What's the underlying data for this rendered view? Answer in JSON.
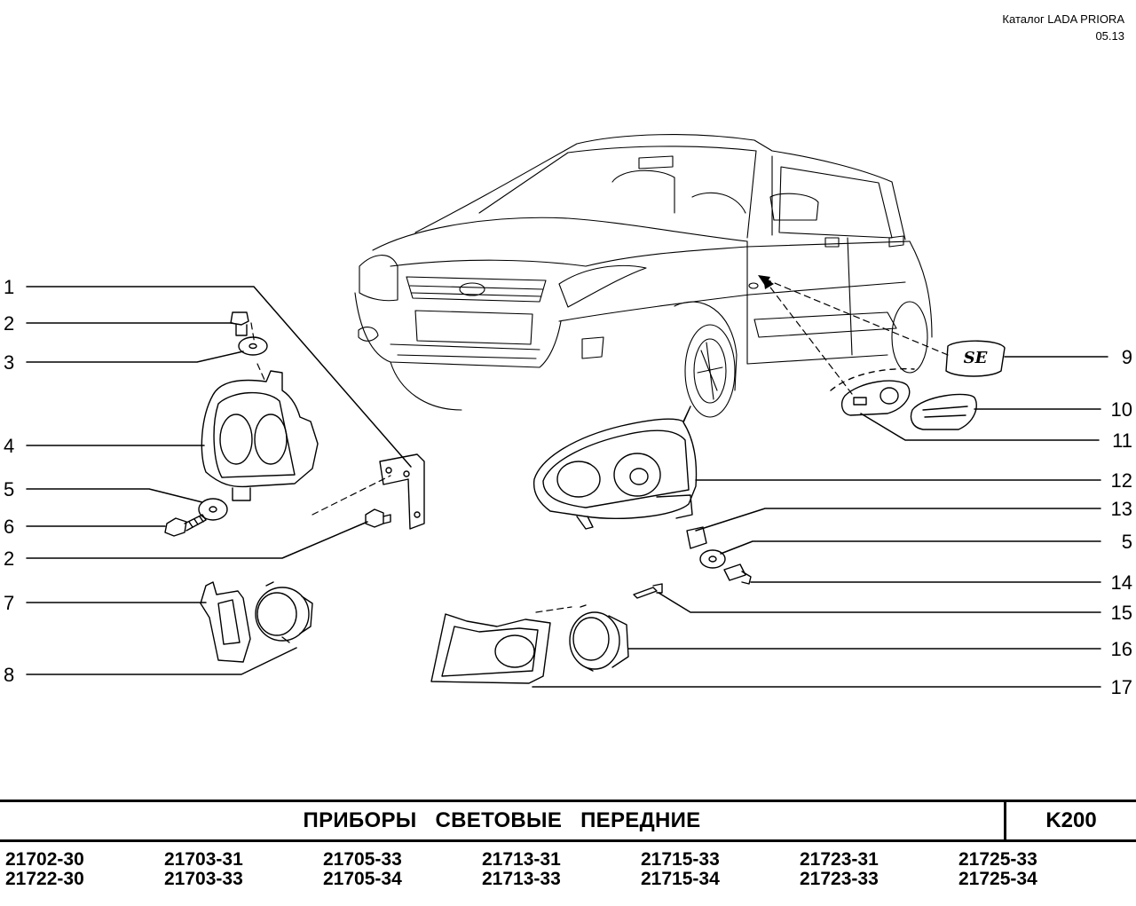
{
  "header": {
    "catalog": "Каталог  LADA  PRIORA",
    "date": "05.13"
  },
  "callouts": {
    "left": [
      "1",
      "2",
      "3",
      "4",
      "5",
      "6",
      "2",
      "7",
      "8"
    ],
    "right": [
      "9",
      "10",
      "11",
      "12",
      "13",
      "5",
      "14",
      "15",
      "16",
      "17"
    ]
  },
  "emblem_text": "SE",
  "footer": {
    "title": "ПРИБОРЫ   СВЕТОВЫЕ   ПЕРЕДНИЕ",
    "code": "K200",
    "models_row1": [
      "21702-30",
      "21703-31",
      "21705-33",
      "21713-31",
      "21715-33",
      "21723-31",
      "21725-33"
    ],
    "models_row2": [
      "21722-30",
      "21703-33",
      "21705-34",
      "21713-33",
      "21715-34",
      "21723-33",
      "21725-34"
    ]
  }
}
